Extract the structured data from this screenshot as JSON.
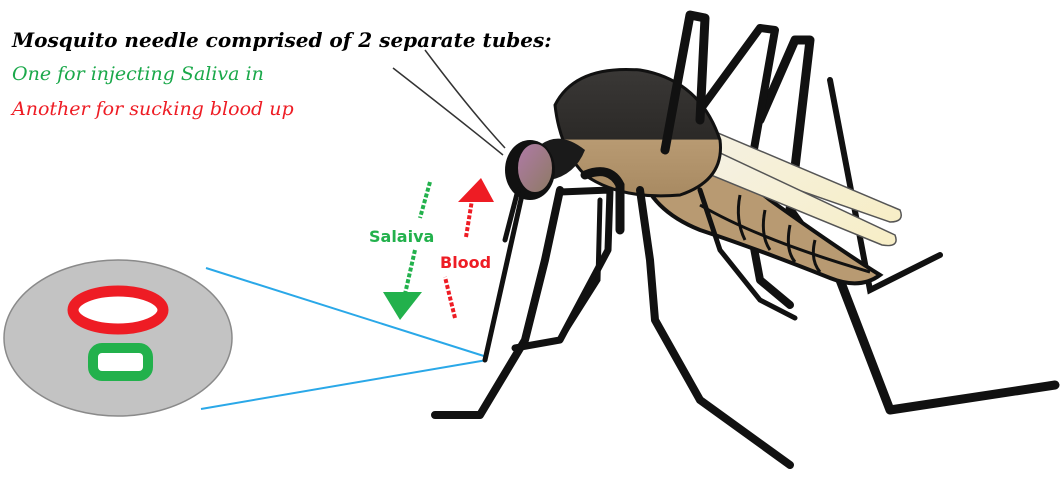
{
  "caption": {
    "title": "Mosquito needle comprised of 2 separate tubes:",
    "line_saliva": "One for injecting Saliva in",
    "line_blood": "Another for sucking blood up"
  },
  "arrows": {
    "saliva_label": "Salaiva",
    "saliva_direction": "down",
    "blood_label": "Blood",
    "blood_direction": "up"
  },
  "cross_section": {
    "description": "Proboscis cross-section showing two tubes",
    "tubes": [
      {
        "name": "blood tube",
        "shape": "oval ring",
        "color": "#ee1c24"
      },
      {
        "name": "saliva tube",
        "shape": "rounded rectangle ring",
        "color": "#22b14c"
      }
    ],
    "fill_color": "#c3c3c3",
    "callout_line_color": "#2aa8e8"
  },
  "colors": {
    "saliva": "#22b14c",
    "blood": "#ee1c24",
    "body_tan": "#b89a72",
    "wing": "#f5efd6",
    "eye": "#8a6b86"
  }
}
